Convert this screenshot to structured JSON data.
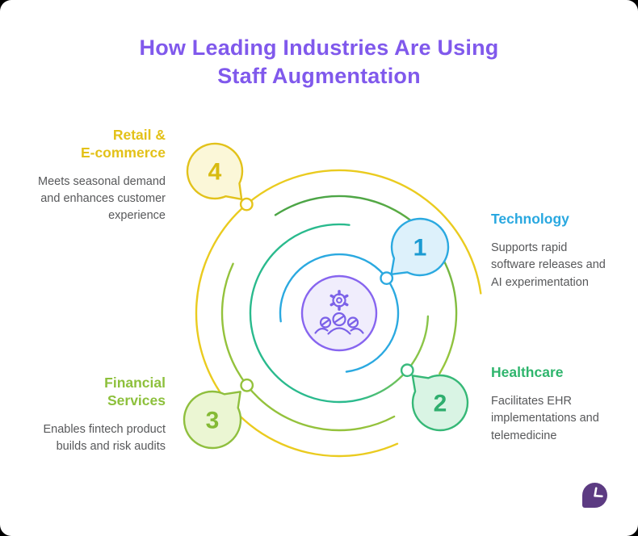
{
  "title": "How Leading Industries Are Using\nStaff Augmentation",
  "title_color": "#8059EC",
  "industries": [
    {
      "number": "1",
      "name": "Technology",
      "description": "Supports rapid\nsoftware releases and\nAI experimentation",
      "accent": "#29A8E0",
      "bubble_fill": "#DDF1FB"
    },
    {
      "number": "2",
      "name": "Healthcare",
      "description": "Facilitates EHR\nimplementations and\ntelemedicine",
      "accent": "#2FB56D",
      "bubble_fill": "#D9F4E4"
    },
    {
      "number": "3",
      "name": "Financial\nServices",
      "description": "Enables fintech product\nbuilds and risk audits",
      "accent": "#8DC03C",
      "bubble_fill": "#EBF6D3"
    },
    {
      "number": "4",
      "name": "Retail &\nE-commerce",
      "description": "Meets seasonal demand\nand enhances customer\nexperience",
      "accent": "#E3C118",
      "bubble_fill": "#FBF7D8"
    }
  ],
  "orbit_colors": {
    "outer_yellow": "#EACB1F",
    "second_green": "#4CA546",
    "second_lime": "#94C23C",
    "third_teal": "#2ABA8D",
    "inner_blue": "#2BA9E0",
    "center_purple": "#8765EF"
  },
  "icons": {
    "center": "gear-team-icon",
    "footer": "clock-logo-icon"
  }
}
